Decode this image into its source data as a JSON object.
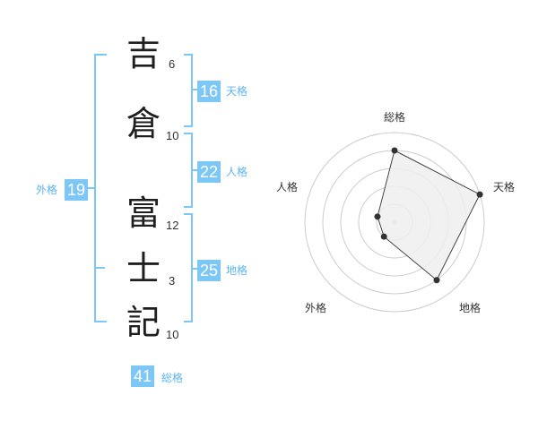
{
  "name": {
    "characters": [
      {
        "char": "吉",
        "strokes": "6"
      },
      {
        "char": "倉",
        "strokes": "10"
      },
      {
        "char": "富",
        "strokes": "12"
      },
      {
        "char": "士",
        "strokes": "3"
      },
      {
        "char": "記",
        "strokes": "10"
      }
    ]
  },
  "fortune": {
    "tenkaku": {
      "value": "16",
      "label": "天格"
    },
    "jinkaku": {
      "value": "22",
      "label": "人格"
    },
    "chikaku": {
      "value": "25",
      "label": "地格"
    },
    "gaikaku": {
      "value": "19",
      "label": "外格"
    },
    "soukaku": {
      "value": "41",
      "label": "総格"
    }
  },
  "chart_data": {
    "type": "radar",
    "axes": [
      "総格",
      "天格",
      "地格",
      "外格",
      "人格"
    ],
    "values": [
      4,
      5,
      4,
      1,
      1
    ],
    "max": 5,
    "rings": 5,
    "colors": {
      "fill": "#efefef",
      "stroke": "#444444",
      "grid": "#cccccc",
      "point": "#333333"
    }
  }
}
